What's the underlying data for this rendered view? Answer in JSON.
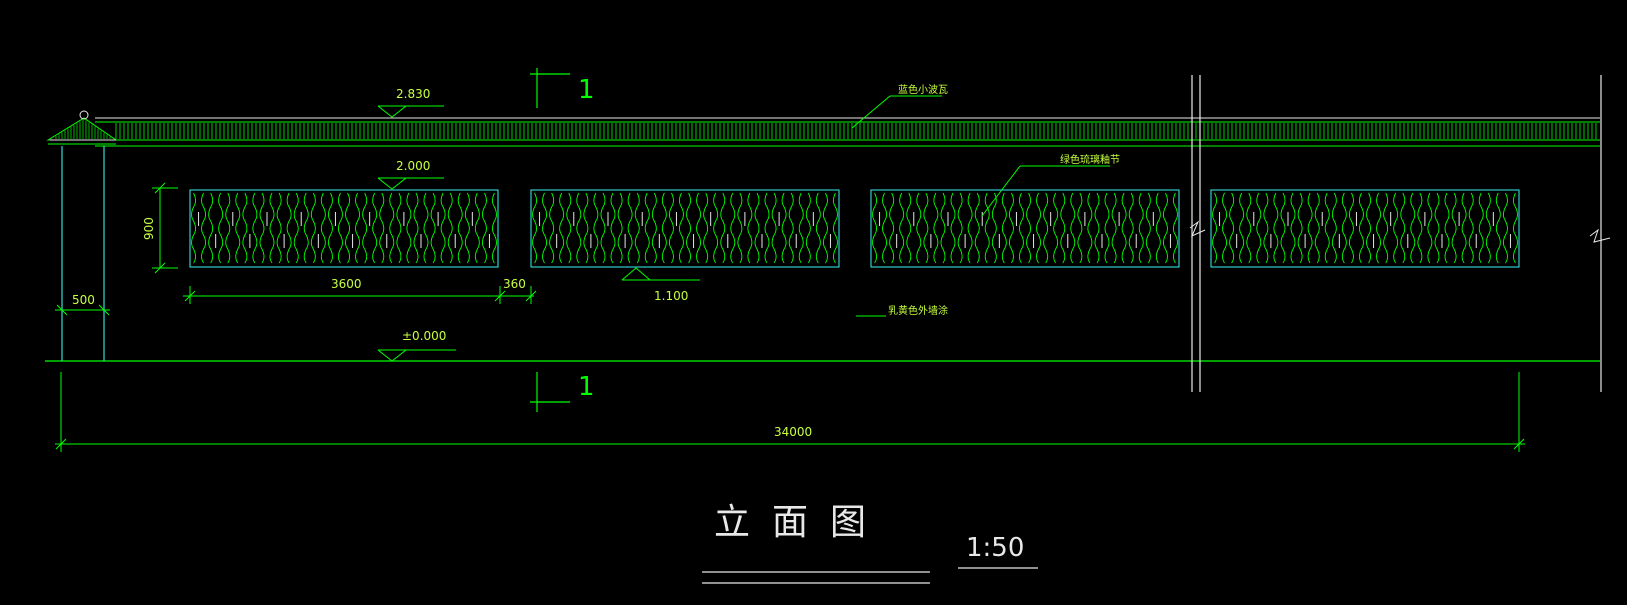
{
  "colors": {
    "background": "#000000",
    "line_green": "#00ff00",
    "line_cyan": "#33dddd",
    "line_white": "#e8e8e8",
    "text_yellow_green": "#c8ff40"
  },
  "elevation_marks": {
    "top": "2.830",
    "window_top": "2.000",
    "window_sill": "1.100",
    "ground": "±0.000"
  },
  "dimensions": {
    "window_height": "900",
    "window_width": "3600",
    "gap": "360",
    "post_width": "500",
    "total_length": "34000"
  },
  "section_marks": {
    "top": "1",
    "bottom": "1"
  },
  "notes": {
    "roof_tile": "蓝色小波瓦",
    "glazed_tile": "绿色琉璃釉节",
    "wall_paint": "乳黄色外墙涂"
  },
  "title": "立面图",
  "scale": "1:50"
}
